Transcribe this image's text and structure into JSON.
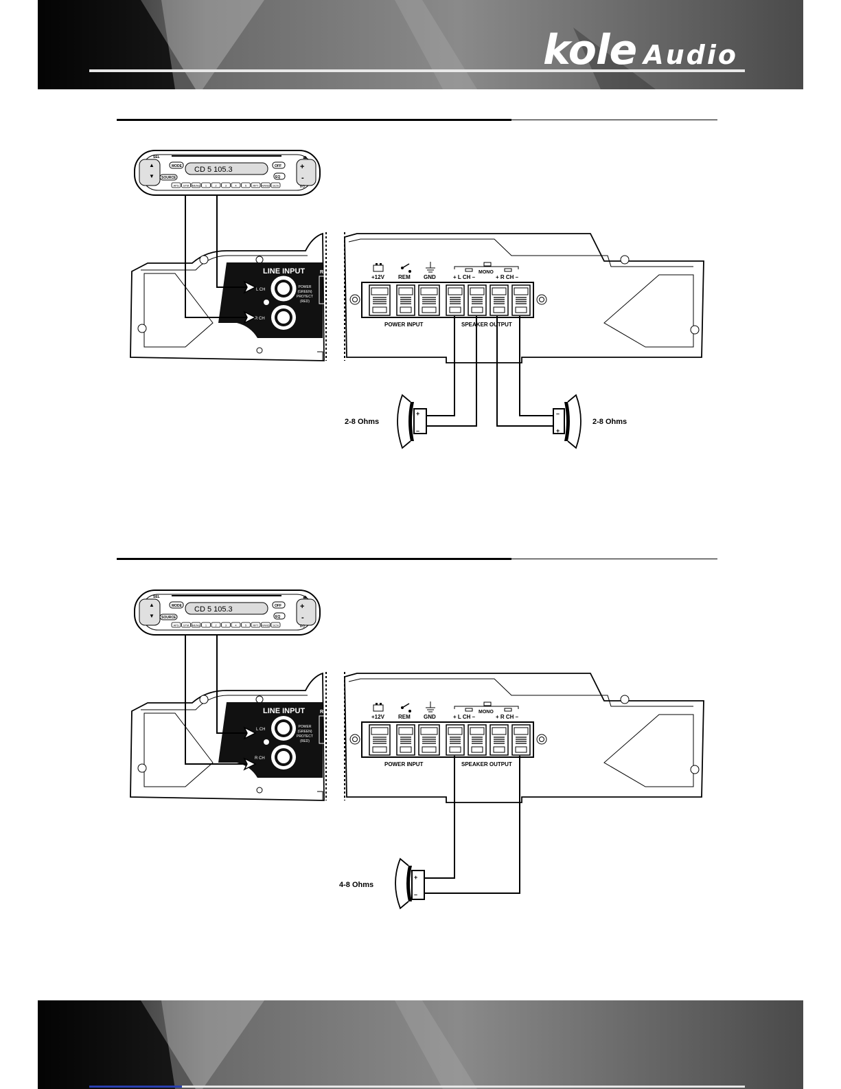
{
  "brand": {
    "name": "kole",
    "suffix": "Audio"
  },
  "head_unit": {
    "display": "CD 5   105.3",
    "buttons": {
      "sel": "SEL",
      "mode": "MODE",
      "source": "SOURCE",
      "off": "OFF",
      "eq": "EQ",
      "eq2": "EQ",
      "row": [
        "APS",
        "STM",
        "MENU",
        "1",
        "2",
        "3",
        "4",
        "5",
        "RPT",
        "RAND",
        "SCN"
      ]
    }
  },
  "amplifier": {
    "line_input": "LINE INPUT",
    "l_ch": "L CH",
    "r_ch": "R CH",
    "status": [
      "POWER",
      "(GREEN)",
      "PROTECT",
      "(RED)"
    ],
    "rs": "RS",
    "plus12v": "+12V",
    "rem": "REM",
    "gnd": "GND",
    "mono": "MONO",
    "out_left": "+  L CH  –",
    "out_right": "+  R CH  –",
    "power_input": "POWER INPUT",
    "speaker_output": "SPEAKER OUTPUT"
  },
  "diagram1": {
    "left_speaker": "2-8 Ohms",
    "right_speaker": "2-8 Ohms"
  },
  "diagram2": {
    "speaker": "4-8 Ohms"
  },
  "polarity": {
    "plus": "+",
    "minus": "–"
  },
  "icons": [
    "battery-icon",
    "switch-icon",
    "ground-icon",
    "speaker-icon",
    "arrow-icon"
  ]
}
